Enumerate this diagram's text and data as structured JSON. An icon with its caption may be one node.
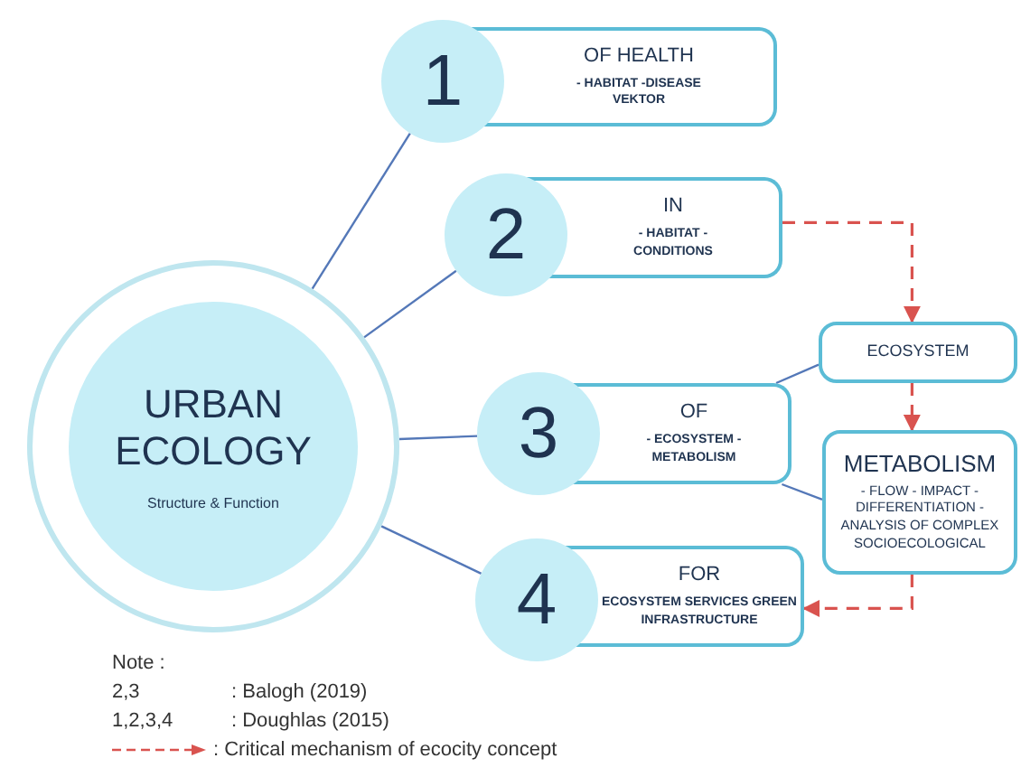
{
  "diagram": {
    "nodes": [
      {
        "text": [
          "URBAN ECOLOGY",
          "Structure & Function"
        ]
      },
      {
        "text": [
          "1"
        ]
      },
      {
        "text": [
          "OF HEALTH",
          "- HABITAT -DISEASE VEKTOR"
        ]
      },
      {
        "text": [
          "2"
        ]
      },
      {
        "text": [
          "IN",
          "- HABITAT -CONDITIONS"
        ]
      },
      {
        "text": [
          "ECOSYSTEM"
        ]
      },
      {
        "text": [
          "3"
        ]
      },
      {
        "text": [
          "OF",
          "- ECOSYSTEM - METABOLISM"
        ]
      },
      {
        "text": [
          "METABOLISM",
          "- FLOW - IMPACT -DIFFERENTIATION - ANALYSIS OF COMPLEX SOCIOECOLOGICAL"
        ]
      },
      {
        "text": [
          "4"
        ]
      },
      {
        "text": [
          "FOR",
          "ECOSYSTEM SERVICES GREEN INFRASTRUCTURE"
        ]
      }
    ],
    "edges": [
      {
        "from": 0,
        "to": 1,
        "arrow": "none"
      },
      {
        "from": 0,
        "to": 3,
        "arrow": "none"
      },
      {
        "from": 0,
        "to": 6,
        "arrow": "none"
      },
      {
        "from": 0,
        "to": 9,
        "arrow": "none"
      },
      {
        "from": 7,
        "to": 5,
        "arrow": "none"
      },
      {
        "from": 7,
        "to": 8,
        "arrow": "none"
      },
      {
        "from": 4,
        "to": 5,
        "arrow": "to",
        "style": "dashed",
        "color": "#d9534f"
      },
      {
        "from": 5,
        "to": 8,
        "arrow": "to",
        "style": "dashed",
        "color": "#d9534f"
      },
      {
        "from": 8,
        "to": 10,
        "arrow": "to",
        "style": "dashed",
        "color": "#d9534f"
      }
    ],
    "labels": [
      "Note :",
      "2,3",
      ": Balogh (2019)",
      "1,2,3,4",
      ": Doughlas (2015)"
    ],
    "legend": [
      {
        "text": ": Critical mechanism of ecocity concept"
      }
    ]
  }
}
